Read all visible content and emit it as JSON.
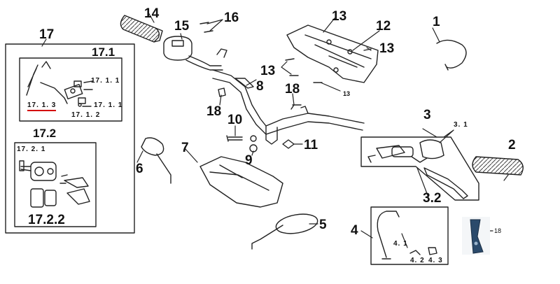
{
  "labels": {
    "p1": "1",
    "p2": "2",
    "p3": "3",
    "p3_1": "3. 1",
    "p3_2": "3.2",
    "p4": "4",
    "p4_1": "4. 1",
    "p4_2": "4. 2",
    "p4_3": "4. 3",
    "p5": "5",
    "p6": "6",
    "p7": "7",
    "p8": "8",
    "p9": "9",
    "p10": "10",
    "p11": "11",
    "p12": "12",
    "p13a": "13",
    "p13b": "13",
    "p13c": "13",
    "p13d": "13",
    "p14": "14",
    "p15": "15",
    "p16": "16",
    "p17": "17",
    "p17_1": "17.1",
    "p17_1_1a": "17. 1. 1",
    "p17_1_1b": "17. 1. 1",
    "p17_1_2": "17. 1. 2",
    "p17_1_3": "17. 1. 3",
    "p17_2": "17.2",
    "p17_2_1": "17. 2. 1",
    "p17_2_2": "17.2.2",
    "p18a": "18",
    "p18b": "18"
  },
  "colors": {
    "ink": "#111111",
    "highlight": "#d40000",
    "photo_part": "#2b4a6b"
  }
}
